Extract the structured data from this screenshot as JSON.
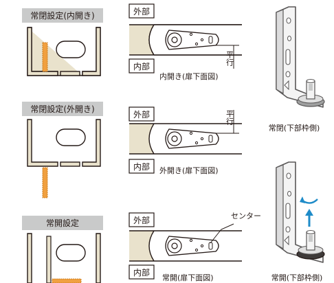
{
  "rows": [
    {
      "key": "inward",
      "tab_label": "常閉設定(内開き)",
      "outside_label": "外部",
      "inside_label": "内部",
      "plan_caption": "内開き(扉下面図)",
      "mark_label": "平行"
    },
    {
      "key": "outward",
      "tab_label": "常閉設定(外開き)",
      "outside_label": "外部",
      "inside_label": "内部",
      "plan_caption": "外開き(扉下面図)",
      "mark_label": "平行"
    },
    {
      "key": "open",
      "tab_label": "常開設定",
      "outside_label": "外部",
      "inside_label": "内部",
      "plan_caption": "常開(扉下面図)",
      "mark_label": "センター"
    }
  ],
  "brackets": [
    {
      "key": "closed",
      "caption": "常閉(下部枠側)"
    },
    {
      "key": "open",
      "caption": "常開(下部枠側)"
    }
  ],
  "colors": {
    "frame_fill": "#e9e2cc",
    "frame_stroke": "#231815",
    "door_bar": "#f0a040",
    "tab_gray": "#c9caca",
    "arrow_blue": "#1e8bc8",
    "metal_light": "#f4f4f4",
    "metal_dark": "#595757"
  }
}
